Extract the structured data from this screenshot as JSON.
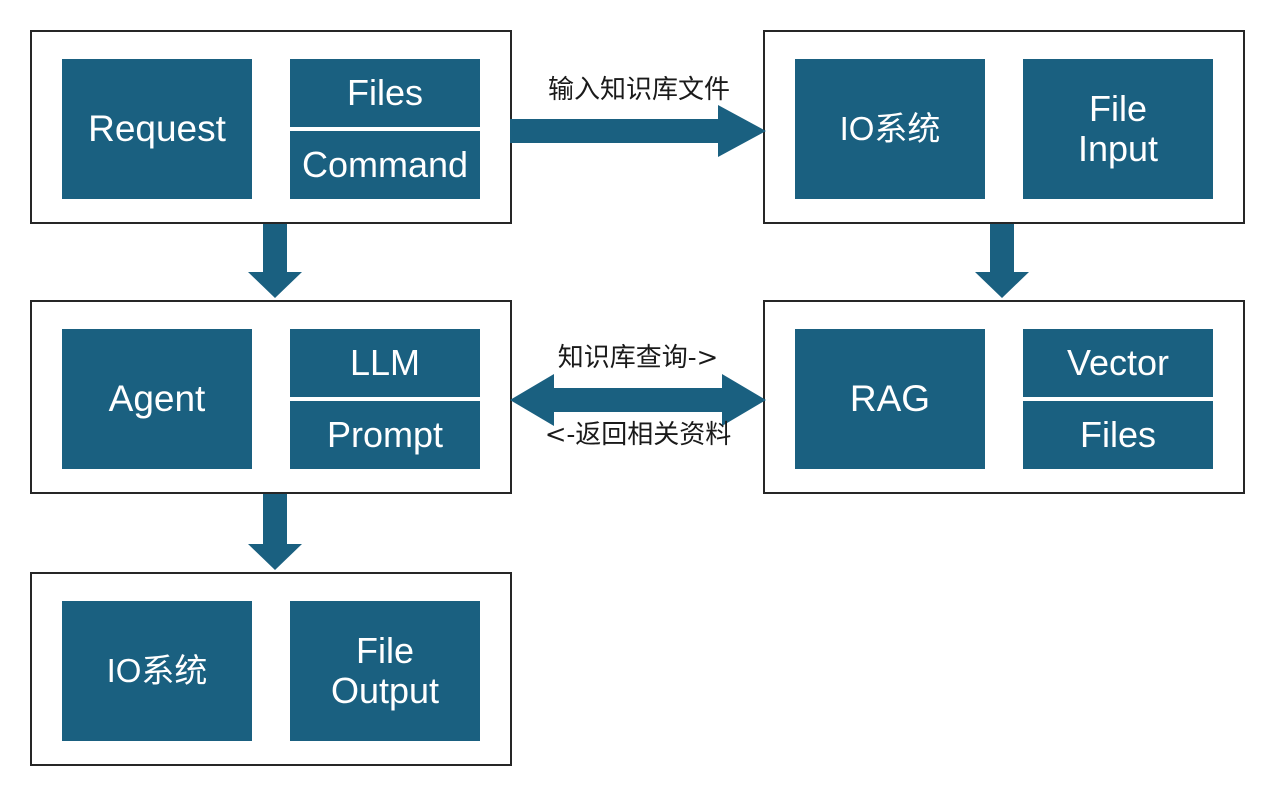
{
  "diagram": {
    "title": "Agent RAG IO Architecture",
    "accent_color": "#1A6080",
    "frame_color": "#262626",
    "background_color": "#FFFFFF",
    "arrow_color": "#1A6080",
    "label_color": "#1A1A1A"
  },
  "groups": [
    {
      "id": "request-group",
      "main": {
        "label": "Request"
      },
      "stack": [
        {
          "label": "Files"
        },
        {
          "label": "Command"
        }
      ]
    },
    {
      "id": "io-input-group",
      "main": {
        "label": "IO系统"
      },
      "stack": [
        {
          "label": "File\nInput"
        }
      ]
    },
    {
      "id": "agent-group",
      "main": {
        "label": "Agent"
      },
      "stack": [
        {
          "label": "LLM"
        },
        {
          "label": "Prompt"
        }
      ]
    },
    {
      "id": "rag-group",
      "main": {
        "label": "RAG"
      },
      "stack": [
        {
          "label": "Vector"
        },
        {
          "label": "Files"
        }
      ]
    },
    {
      "id": "io-output-group",
      "main": {
        "label": "IO系统"
      },
      "stack": [
        {
          "label": "File\nOutput"
        }
      ]
    }
  ],
  "arrows": {
    "request_to_io_input": {
      "label": "输入知识库文件",
      "direction": "right"
    },
    "request_to_agent": {
      "label": "",
      "direction": "down"
    },
    "io_input_to_rag": {
      "label": "",
      "direction": "down"
    },
    "agent_rag_query": {
      "label_top": "知识库查询->",
      "label_bottom": "<-返回相关资料",
      "direction": "both"
    },
    "agent_to_io_output": {
      "label": "",
      "direction": "down"
    }
  }
}
